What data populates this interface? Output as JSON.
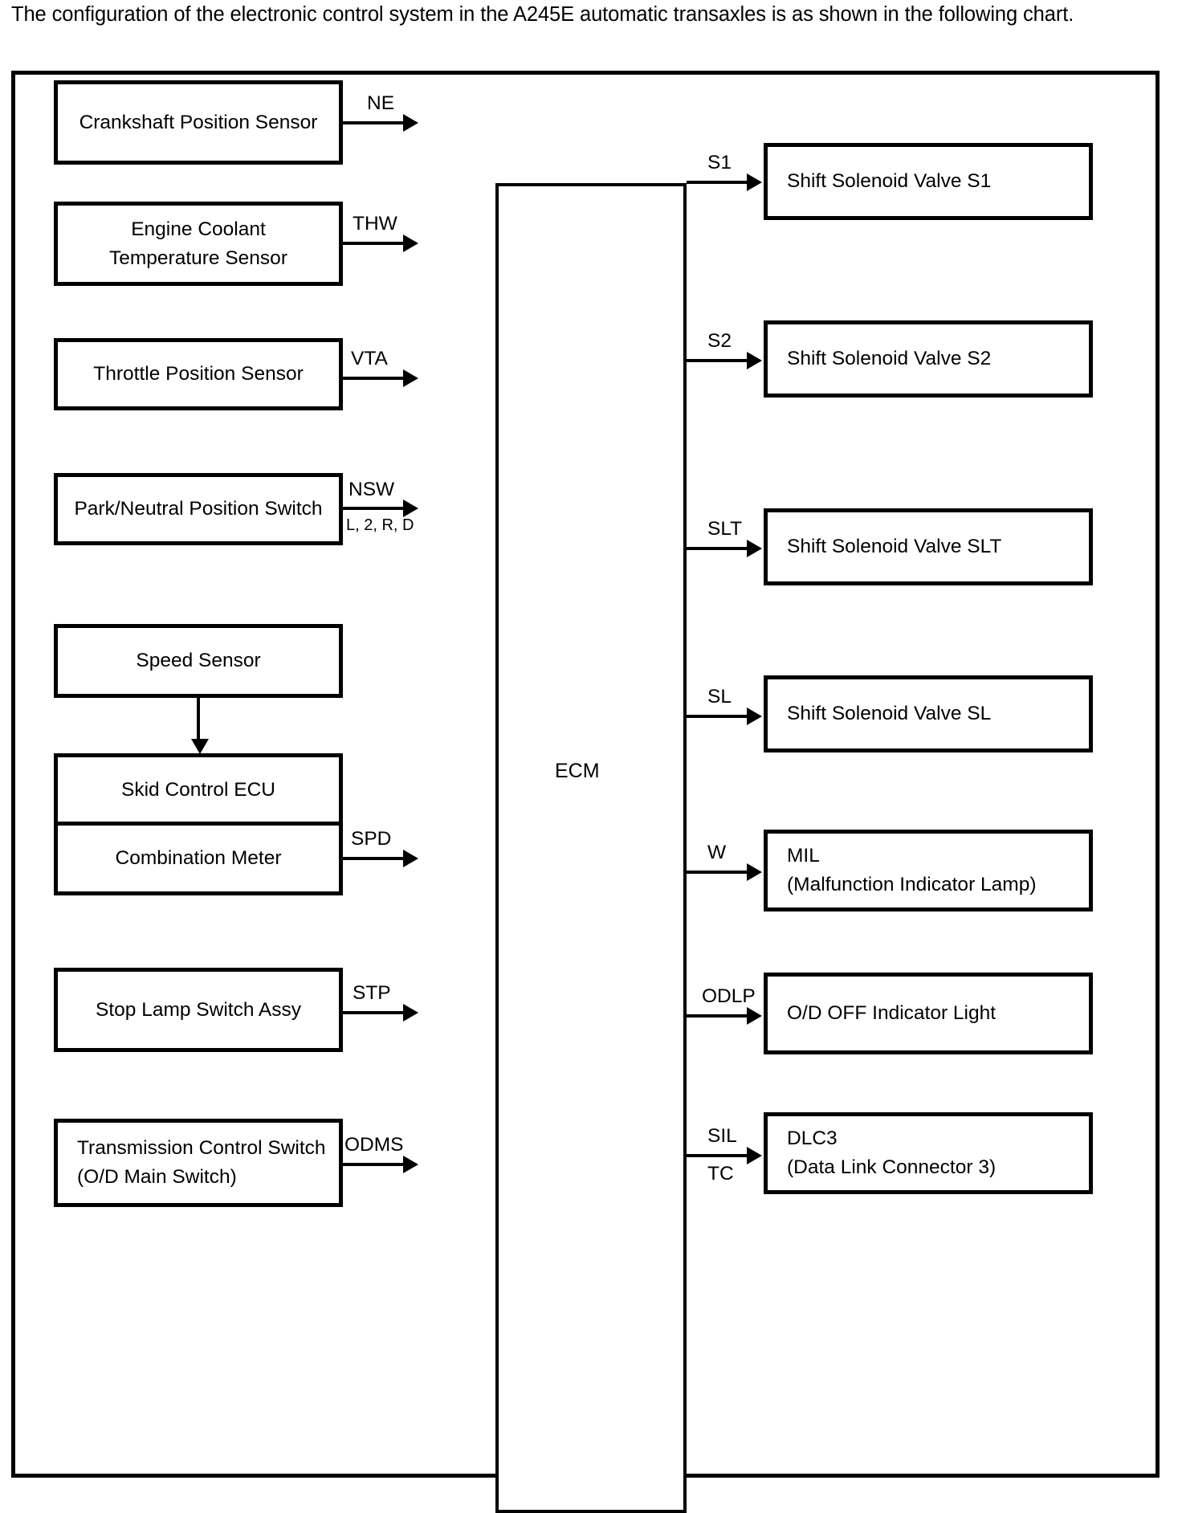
{
  "caption": "The configuration of the electronic control system in the A245E automatic transaxles is as shown in the following chart.",
  "diagram": {
    "center": {
      "label": "ECM"
    },
    "inputs": [
      {
        "node": "Crankshaft Position Sensor",
        "signal": "NE",
        "signal2": ""
      },
      {
        "node": "Engine Coolant\nTemperature Sensor",
        "signal": "THW",
        "signal2": ""
      },
      {
        "node": "Throttle Position Sensor",
        "signal": "VTA",
        "signal2": ""
      },
      {
        "node": "Park/Neutral Position Switch",
        "signal": "NSW",
        "signal2": "L, 2, R, D"
      },
      {
        "node": "Speed Sensor",
        "signal": "",
        "signal2": ""
      },
      {
        "node": "Skid Control ECU",
        "signal": "",
        "signal2": ""
      },
      {
        "node": "Combination Meter",
        "signal": "SPD",
        "signal2": ""
      },
      {
        "node": "Stop Lamp Switch Assy",
        "signal": "STP",
        "signal2": ""
      },
      {
        "node": "Transmission Control Switch\n(O/D Main Switch)",
        "signal": "ODMS",
        "signal2": ""
      }
    ],
    "outputs": [
      {
        "node": "Shift Solenoid Valve S1",
        "signal": "S1",
        "signal2": ""
      },
      {
        "node": "Shift Solenoid Valve S2",
        "signal": "S2",
        "signal2": ""
      },
      {
        "node": "Shift Solenoid Valve SLT",
        "signal": "SLT",
        "signal2": ""
      },
      {
        "node": "Shift Solenoid Valve SL",
        "signal": "SL",
        "signal2": ""
      },
      {
        "node": "MIL\n(Malfunction Indicator Lamp)",
        "signal": "W",
        "signal2": ""
      },
      {
        "node": "O/D OFF Indicator Light",
        "signal": "ODLP",
        "signal2": ""
      },
      {
        "node": "DLC3\n(Data Link Connector 3)",
        "signal": "SIL",
        "signal2": "TC"
      }
    ]
  },
  "colors": {
    "line": "#000000",
    "background": "#ffffff"
  }
}
